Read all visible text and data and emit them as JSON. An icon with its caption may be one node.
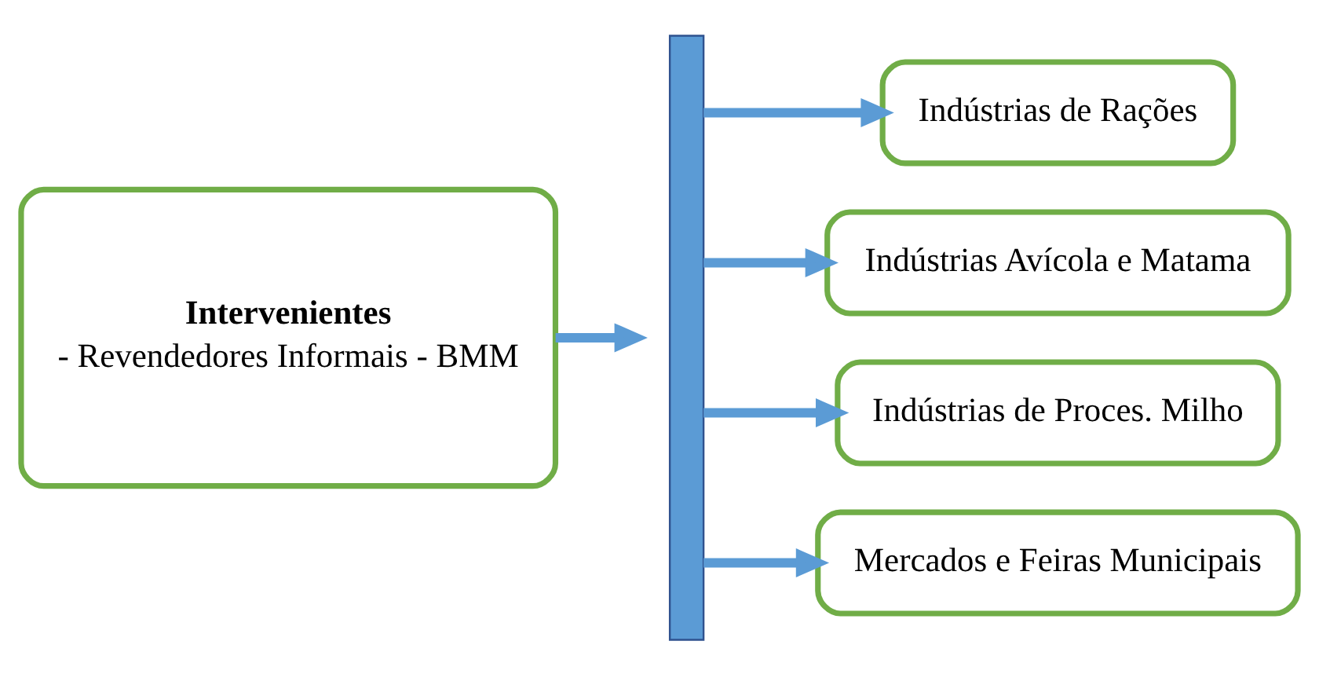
{
  "diagram": {
    "nodes": [
      {
        "text": [
          "Intervenientes",
          "- Revendedores Informais - BMM"
        ]
      },
      {
        "text": [],
        "shape": "bar"
      },
      {
        "text": [
          "Indústrias de Rações"
        ]
      },
      {
        "text": [
          "Indústrias Avícola e Matama"
        ]
      },
      {
        "text": [
          "Indústrias de Proces. Milho"
        ]
      },
      {
        "text": [
          "Mercados e Feiras Municipais"
        ]
      }
    ],
    "edges": [
      {
        "from": 0,
        "to": 1,
        "arrow": "to"
      },
      {
        "from": 1,
        "to": 2,
        "arrow": "to"
      },
      {
        "from": 1,
        "to": 3,
        "arrow": "to"
      },
      {
        "from": 1,
        "to": 4,
        "arrow": "to"
      },
      {
        "from": 1,
        "to": 5,
        "arrow": "to"
      }
    ]
  }
}
